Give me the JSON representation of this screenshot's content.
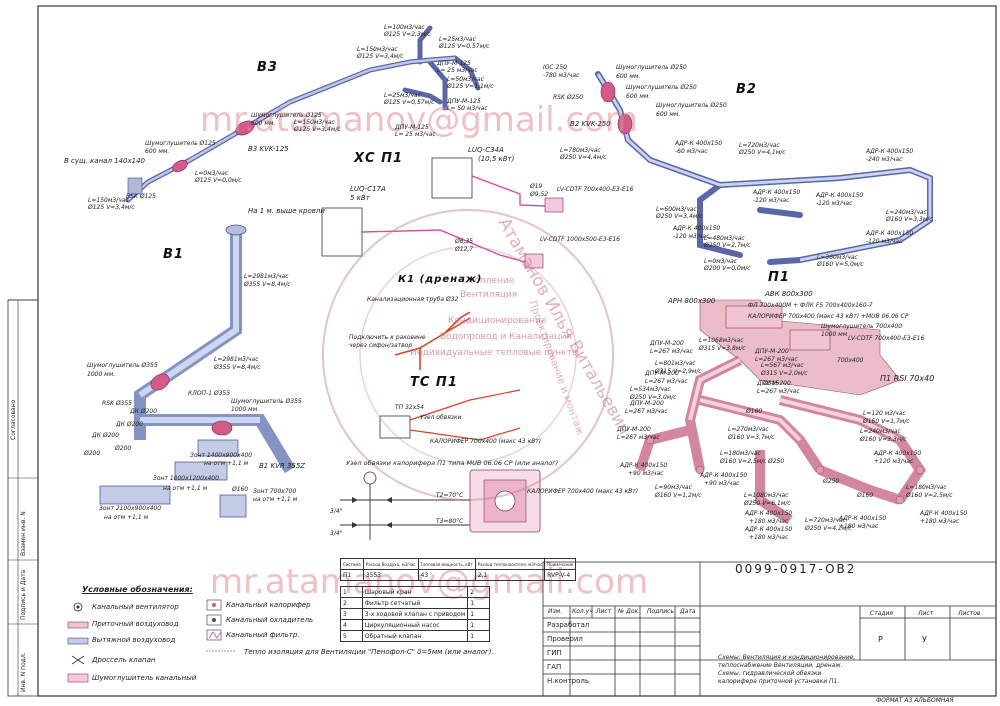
{
  "drawing_code": "0099-0917-OB2",
  "format": "ФОРМАТ А3 АЛЬБОМНАЯ",
  "watermark": "mr.atamanov@gmail.com",
  "stamp_lines": [
    "Атаманов Илья Витальевич",
    "Отопление",
    "Вентиляция",
    "Кондиционирование",
    "Водопровод и Канализация",
    "Индивидуальные тепловые пункты",
    "Проектирование и монтаж"
  ],
  "systems": {
    "v3": "В3",
    "v2": "В2",
    "v1": "В1",
    "p1": "П1",
    "xc": "ХС П1",
    "k1": "К1 (дренаж)",
    "tc": "ТС П1"
  },
  "labels": {
    "v3_kvk": "В3 KVK-125",
    "v3_canal": "В сущ. канал 140х140",
    "v3_rsk": "RSK Ø125",
    "v3_sil1": "Шумоглушитель Ø125",
    "v3_sil1b": "600 мм.",
    "v3_sil2": "Шумоглушитель Ø125",
    "v3_sil2b": "600 мм.",
    "v3_l1": "L=150м3/час",
    "v3_l1b": "Ø125 V=3,4м/с",
    "v3_l2": "L=0м3/час",
    "v3_l2b": "Ø125 V=0,0м/с",
    "v3_l3": "L=150м3/час",
    "v3_l3b": "Ø125 V=3,4м/с",
    "v3_l4": "L=100м3/час",
    "v3_l4b": "Ø125 V=2,3м/с",
    "v3_l5": "L=150м3/час",
    "v3_l5b": "Ø125 V=3,4м/с",
    "v3_l6": "L=25м3/час",
    "v3_l6b": "Ø125 V=0,57м/с",
    "v3_dpu1": "ДПУ-М-125",
    "v3_dpu1b": "L= 25 м3/час",
    "v3_dpu2": "ДПУ-М-125",
    "v3_dpu2b": "L= 50 м3/час",
    "v3_dpu3": "ДПУ-М-125",
    "v3_dpu3b": "L= 25 м3/час",
    "v3_l7": "L=50м3/час",
    "v3_l7b": "Ø125 V=1,1м/с",
    "v3_l8": "L=25м3/час",
    "v3_l8b": "Ø125 V=0,57м/с",
    "v2_igc": "IGC 250",
    "v2_igcb": "-780 м3/час",
    "v2_rsk": "RSK Ø250",
    "v2_kvk": "В2 KVK-250",
    "v2_sil1": "Шумоглушитель Ø250",
    "v2_sil1b": "600 мм.",
    "v2_sil2": "Шумоглушитель Ø250",
    "v2_sil2b": "600 мм.",
    "v2_sil3": "Шумоглушитель Ø250",
    "v2_sil3b": "600 мм.",
    "v2_l1": "L=780м3/час",
    "v2_l1b": "Ø250 V=4,4м/с",
    "v2_l2": "L=720м3/час",
    "v2_l2b": "Ø250 V=4,1м/с",
    "v2_l3": "L=600м3/час",
    "v2_l3b": "Ø250 V=3,4м/с",
    "v2_l4": "L=480м3/час",
    "v2_l4b": "Ø250 V=2,7м/с",
    "v2_l5": "L=360м3/час",
    "v2_l5b": "Ø160 V=5,0м/с",
    "v2_l6": "L=240м3/час",
    "v2_l6b": "Ø160 V=3,3м/с",
    "v2_l7": "L=0м3/час",
    "v2_l7b": "Ø200 V=0,0м/с",
    "v2_adr1": "АДР-К 400х150",
    "v2_adr1b": "-60 м3/час",
    "v2_adr2": "АДР-К 400х150",
    "v2_adr2b": "-120 м3/час",
    "v2_adr3": "АДР-К 400х150",
    "v2_adr3b": "-120 м3/час",
    "v2_adr4": "АДР-К 400х150",
    "v2_adr4b": "-240 м3/час",
    "v2_adr5": "АДР-К 400х150",
    "v2_adr5b": "-120 м3/час",
    "v2_adr6": "АДР-К 400х150",
    "v2_adr6b": "-120 м3/час",
    "v1_top": "На 1 м. выше кровли",
    "v1_l1": "L=2981м3/час",
    "v1_l1b": "Ø355 V=8,4м/с",
    "v1_l2": "L=2981м3/час",
    "v1_l2b": "Ø355 V=8,4м/с",
    "v1_sil": "Шумоглушитель Ø355",
    "v1_silb": "1000 мм.",
    "v1_sil2": "Шумоглушитель Ø355",
    "v1_sil2b": "1000 мм.",
    "v1_klop": "КЛОП-1 Ø355",
    "v1_rsk": "RSK Ø355",
    "v1_dk1": "ДК Ø200",
    "v1_dk2": "ДК Ø200",
    "v1_dk3": "ДК Ø200",
    "v1_kvr": "В1 KVR 355Z",
    "v1_z1": "Зонт 1400х900х400",
    "v1_z1b": "на отм +1,1 м",
    "v1_z2": "Зонт 1000х1200х400",
    "v1_z2b": "на отм +1,1 м",
    "v1_z3": "Зонт 2100х900х400",
    "v1_z3b": "на отм +1,1 м",
    "v1_z4": "Зонт 700х700",
    "v1_z4b": "на отм +1,1 м",
    "v1_d1": "Ø200",
    "v1_d2": "Ø200",
    "v1_d3": "Ø160",
    "xc_lu1": "LUQ-C17А",
    "xc_lu1b": "5 кВт",
    "xc_lu2": "LUQ-C34A",
    "xc_lu2b": "(10,5 кВт)",
    "xc_d1": "Ø19",
    "xc_d1b": "Ø9,52",
    "xc_d2": "Ø6,35",
    "xc_d2b": "Ø12,7",
    "xc_cdtf": "LV-CDTF 700х400-E3-E16",
    "xc_cdtf2": "LV-CDTF 1000х500-E3-E16",
    "k1_pipe": "Канализационная труба Ø32",
    "k1_note": "Подключить к раковине",
    "k1_noteb": "через сифон/затвор",
    "tc_unit": "ТП 32х54",
    "tc_unitb": "Узел обвязки",
    "tc_kal": "КАЛОРИФЕР 700х400 (макс 43 кВт)",
    "tc_node": "Узел обвязки калорифера П1 типа MUB 06.06 СР (или аналог)",
    "tc_t1": "Т2=70°С",
    "tc_t2": "Т3=80°С",
    "tc_in": "3/4\"",
    "tc_out": "3/4\"",
    "tc_kal2": "КАЛОРИФЕР 700х400 (макс 43 кВт)",
    "p1_arn": "АРН 800х300",
    "p1_avk": "АВК 800х300",
    "p1_filter": "ФЛ 700х400М + ФЛК F5  700х400х160-7",
    "p1_kal": "КАЛОРИФЕР 700х400 (макс 43 кВт) +MUB 06.06 CP",
    "p1_sil": "Шумоглушитель 700х400",
    "p1_silb": "1000 мм",
    "p1_cdtf": "LV-CDTF 700х400-E3-E16",
    "p1_rsi": "П1 RSI 70х40",
    "p1_dpu1": "ДПУ-М-200",
    "p1_dpu1b": "L=267 м3/час",
    "p1_dpu2": "ДПУ-М-200",
    "p1_dpu2b": "L=267 м3/час",
    "p1_dpu3": "ДПУ-М-200",
    "p1_dpu3b": "L=267 м3/час",
    "p1_dpu4": "ДПУ-М-200",
    "p1_dpu4b": "L=267 м3/час",
    "p1_dpu5": "ДПУ-М-200",
    "p1_dpu5b": "L=267 м3/час",
    "p1_dpu6": "ДПУ-М-200",
    "p1_dpu6b": "L=267 м3/час",
    "p1_l1": "L=1068м3/час",
    "p1_l1b": "Ø315 V=3,8м/с",
    "p1_l2": "L=801м3/час",
    "p1_l2b": "Ø315 V=2,9м/с",
    "p1_l3": "L=534м3/час",
    "p1_l3b": "Ø250 V=3,0м/с",
    "p1_l4": "L=567 м3/час",
    "p1_l4b": "Ø315 V=2,0м/с",
    "p1_l5": "L=270м3/час",
    "p1_l5b": "Ø160 V=3,7м/с",
    "p1_l6": "L=180м3/час",
    "p1_l6b": "Ø160 V=2,5м/с",
    "p1_l7": "L=90м3/час",
    "p1_l7b": "Ø160 V=1,2м/с",
    "p1_l8": "L=1080м3/час",
    "p1_l8b": "Ø250 V=6,1м/с",
    "p1_l9": "L=720м3/час",
    "p1_l9b": "Ø250 V=4,1м/с",
    "p1_l10": "L=120 м3/час",
    "p1_l10b": "Ø160 V=1,7м/с",
    "p1_l11": "L=240м3/час",
    "p1_l11b": "Ø160 V=3,3м/с",
    "p1_l12": "L=180м3/час",
    "p1_l12b": "Ø160 V=2,5м/с",
    "p1_adr1": "АДР-К 400х150",
    "p1_adr1b": "+90 м3/час",
    "p1_adr2": "АДР-К 400х150",
    "p1_adr2b": "+90 м3/час",
    "p1_adr3": "АДР-К 400х150",
    "p1_adr3b": "+180 м3/час",
    "p1_adr4": "АДР-К 400х150",
    "p1_adr4b": "+180 м3/час",
    "p1_adr5": "АДР-К 400х150",
    "p1_adr5b": "+120 м3/час",
    "p1_adr6": "АДР-К 400х150",
    "p1_adr6b": "+180 м3/час",
    "p1_adr7": "АДР-К 400х150",
    "p1_adr7b": "+180 м3/час",
    "p1_700": "700х400",
    "p1_d1": "Ø315",
    "p1_d2": "Ø250",
    "p1_d3": "Ø160",
    "p1_d4": "Ø250",
    "p1_d5": "Ø160"
  },
  "valve_table": {
    "headers": [
      "Система",
      "Расход Воздуха, м3/час",
      "Тепловая мощность, кВт",
      "Расход теплоносителя, м3/час",
      "Примечание"
    ],
    "row": [
      "П1",
      "3553",
      "43",
      "2,1",
      "RVP-V-4"
    ],
    "items": [
      [
        "1",
        "Шаровый кран",
        "2"
      ],
      [
        "2",
        "Фильтр сетчатый",
        "1"
      ],
      [
        "3",
        "3-х ходовой клапан с приводом",
        "1"
      ],
      [
        "4",
        "Циркуляционный насос",
        "1"
      ],
      [
        "5",
        "Обратный клапан",
        "1"
      ]
    ]
  },
  "legend": {
    "title": "Условные обозначения:",
    "items": [
      "Канальный вентилятор",
      "Приточный воздуховод",
      "Вытяжной воздуховод",
      "Дроссель клапан",
      "Шумоглушитель канальный"
    ],
    "items2": [
      "Канальный калорифер",
      "Канальный охладитель",
      "Канальный фильтр."
    ],
    "insulation": "Тепло изоляция для Вентиляции \"Пенофол-С\" δ=5мм (или аналог)."
  },
  "title_block": {
    "cols": [
      "Изм.",
      "Кол.уч",
      "Лист",
      "№ Док.",
      "Подпись",
      "Дата"
    ],
    "roles": [
      "Разработал",
      "Проверил",
      "ГИП",
      "ГАП",
      "Н.контроль"
    ],
    "stage_headers": [
      "Стадия",
      "Лист",
      "Листов"
    ],
    "stage_values": [
      "Р",
      "У",
      ""
    ],
    "description": [
      "Схемы: Вентиляция и кондиционирование,",
      "теплоснабжение Вентиляции, дренаж.",
      "Схемы: гидравлической обвязки",
      "калорифера приточной установки П1."
    ]
  },
  "side_stamps": [
    "Согласовано",
    "Взамен инв. N",
    "Подпись и Дата",
    "Инв. N подл."
  ]
}
